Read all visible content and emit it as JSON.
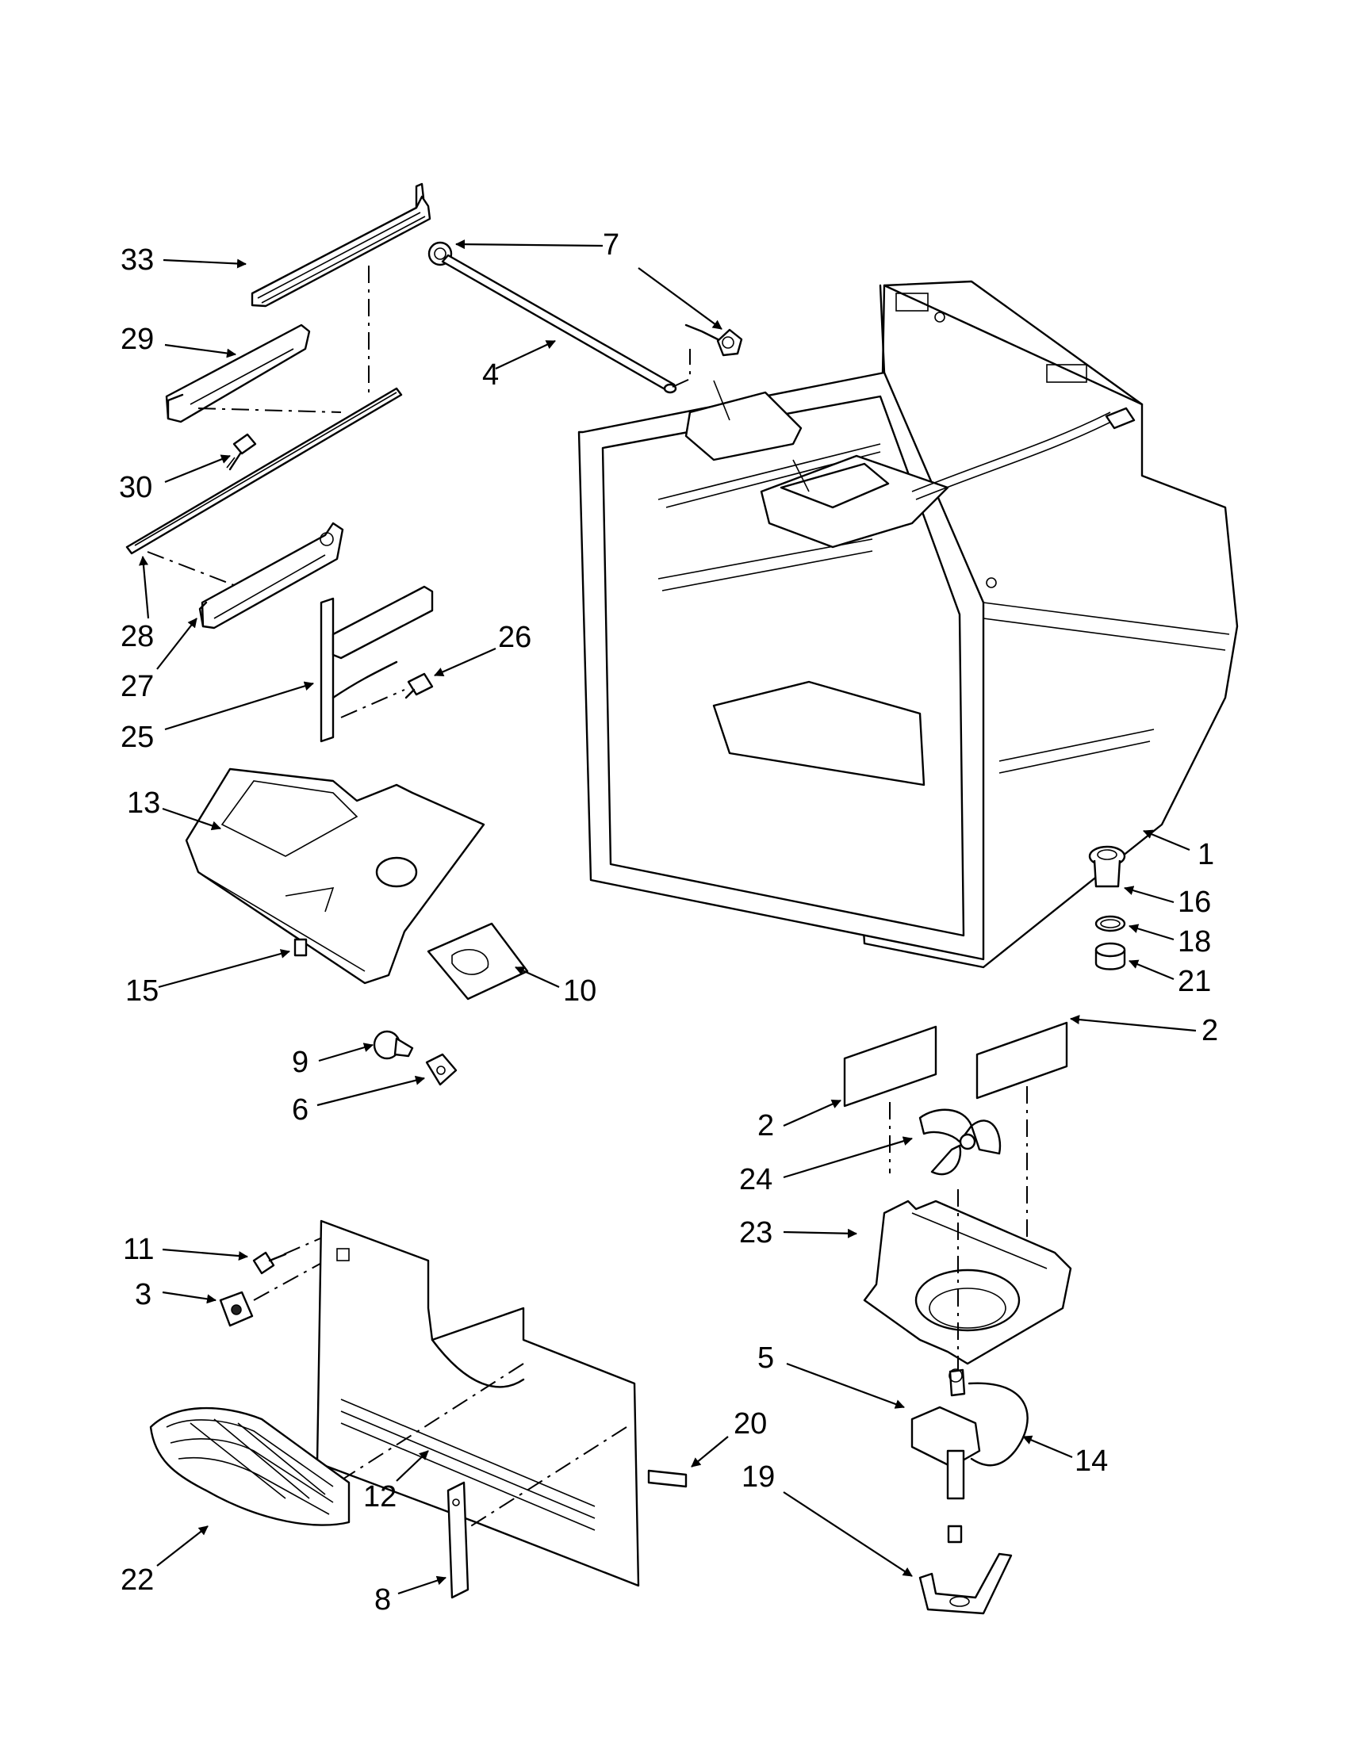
{
  "diagram": {
    "callouts": [
      {
        "id": "c1",
        "text": "1"
      },
      {
        "id": "c2a",
        "text": "2"
      },
      {
        "id": "c2b",
        "text": "2"
      },
      {
        "id": "c3",
        "text": "3"
      },
      {
        "id": "c4",
        "text": "4"
      },
      {
        "id": "c5",
        "text": "5"
      },
      {
        "id": "c6",
        "text": "6"
      },
      {
        "id": "c7",
        "text": "7"
      },
      {
        "id": "c8",
        "text": "8"
      },
      {
        "id": "c9",
        "text": "9"
      },
      {
        "id": "c10",
        "text": "10"
      },
      {
        "id": "c11",
        "text": "11"
      },
      {
        "id": "c12",
        "text": "12"
      },
      {
        "id": "c13",
        "text": "13"
      },
      {
        "id": "c14",
        "text": "14"
      },
      {
        "id": "c15",
        "text": "15"
      },
      {
        "id": "c16",
        "text": "16"
      },
      {
        "id": "c18",
        "text": "18"
      },
      {
        "id": "c19",
        "text": "19"
      },
      {
        "id": "c20",
        "text": "20"
      },
      {
        "id": "c21",
        "text": "21"
      },
      {
        "id": "c22",
        "text": "22"
      },
      {
        "id": "c23",
        "text": "23"
      },
      {
        "id": "c24",
        "text": "24"
      },
      {
        "id": "c25",
        "text": "25"
      },
      {
        "id": "c26",
        "text": "26"
      },
      {
        "id": "c27",
        "text": "27"
      },
      {
        "id": "c28",
        "text": "28"
      },
      {
        "id": "c29",
        "text": "29"
      },
      {
        "id": "c30",
        "text": "30"
      },
      {
        "id": "c33",
        "text": "33"
      }
    ]
  }
}
